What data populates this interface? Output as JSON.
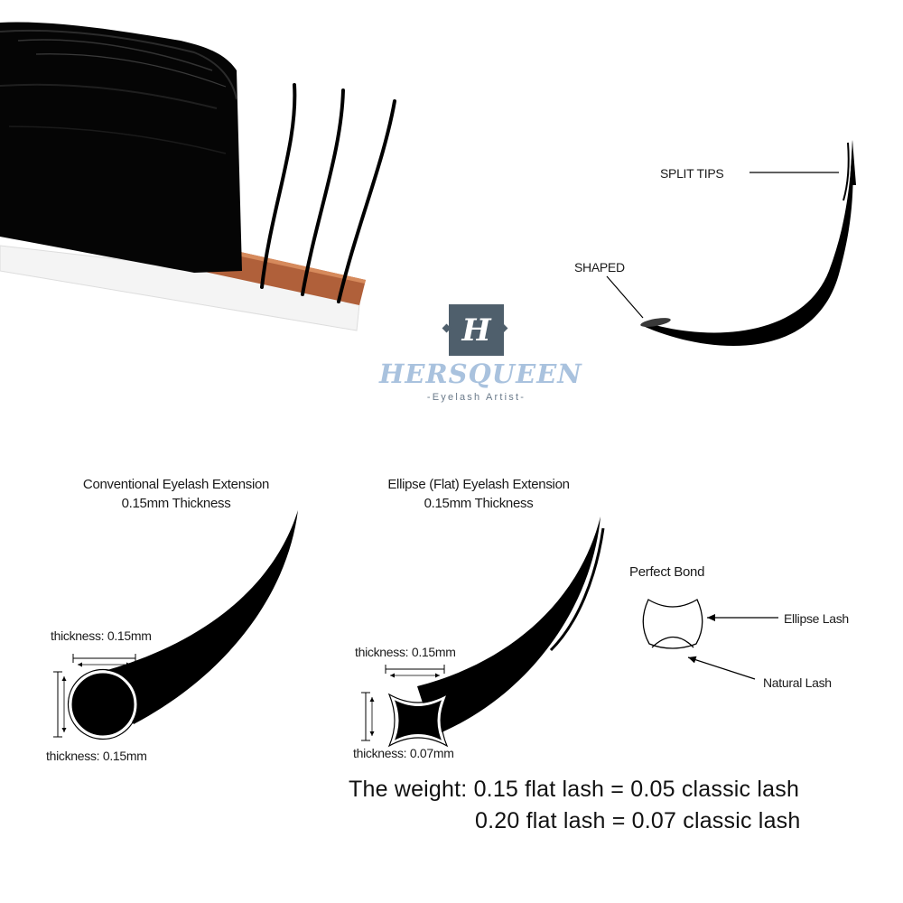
{
  "logo": {
    "monogram": "H",
    "brand": "HERSQUEEN",
    "tagline": "-Eyelash Artist-"
  },
  "top_diagram": {
    "split_tips_label": "SPLIT TIPS",
    "shaped_label": "SHAPED"
  },
  "conventional": {
    "title_line1": "Conventional Eyelash Extension",
    "title_line2": "0.15mm Thickness",
    "width_label": "thickness: 0.15mm",
    "height_label": "thickness: 0.15mm"
  },
  "ellipse": {
    "title_line1": "Ellipse (Flat) Eyelash Extension",
    "title_line2": "0.15mm Thickness",
    "width_label": "thickness: 0.15mm",
    "height_label": "thickness: 0.07mm"
  },
  "bond": {
    "title": "Perfect Bond",
    "ellipse_label": "Ellipse Lash",
    "natural_label": "Natural Lash"
  },
  "weight": {
    "line1": "The weight: 0.15 flat lash = 0.05 classic lash",
    "line2": "0.20 flat lash = 0.07 classic lash"
  },
  "colors": {
    "lash": "#000000",
    "strip": "#b0603a",
    "logo_box": "#4f5f6c",
    "brand_text": "#a9c2de"
  }
}
